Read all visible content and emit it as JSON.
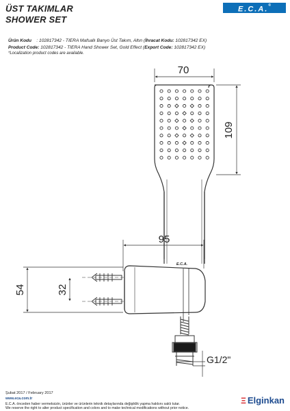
{
  "header": {
    "title_tr": "ÜST TAKIMLAR",
    "title_en": "SHOWER SET",
    "logo_text": "E.C.A.",
    "logo_mark": "®"
  },
  "product": {
    "code_label_tr": "Ürün Kodu",
    "code_value_tr": ": 102817342 - TIERA Mafsallı Banyo Üst Takım, Altın (",
    "export_label_tr": "İhracat Kodu:",
    "export_value_tr": " 102817342 EX)",
    "code_label_en": "Product Code:",
    "code_value_en": " 102817342 - TIERA Hand Shower Set, Gold Effect (",
    "export_label_en": "Export Code:",
    "export_value_en": " 102817342 EX)",
    "note": "*Localization product codes are available."
  },
  "dimensions": {
    "width": "70",
    "height": "109",
    "depth": "95",
    "mount_height": "54",
    "hole_spacing": "32",
    "thread": "G1/2\"",
    "holder_mark": "E.C.A."
  },
  "footer": {
    "date": "Şubat 2017 / February 2017",
    "website": "www.eca.com.tr",
    "disclaimer_tr": "E.C.A. önceden haber vermeksizin, ürünler ve ürünlerin teknik detaylarında değişiklik yapma hakkını saklı tutar.",
    "disclaimer_en": "We reserve the right to alter product specification and colors and to make technical modifications without prior notice.",
    "brand": "Elginkan",
    "brand_mark": "Ξ"
  }
}
